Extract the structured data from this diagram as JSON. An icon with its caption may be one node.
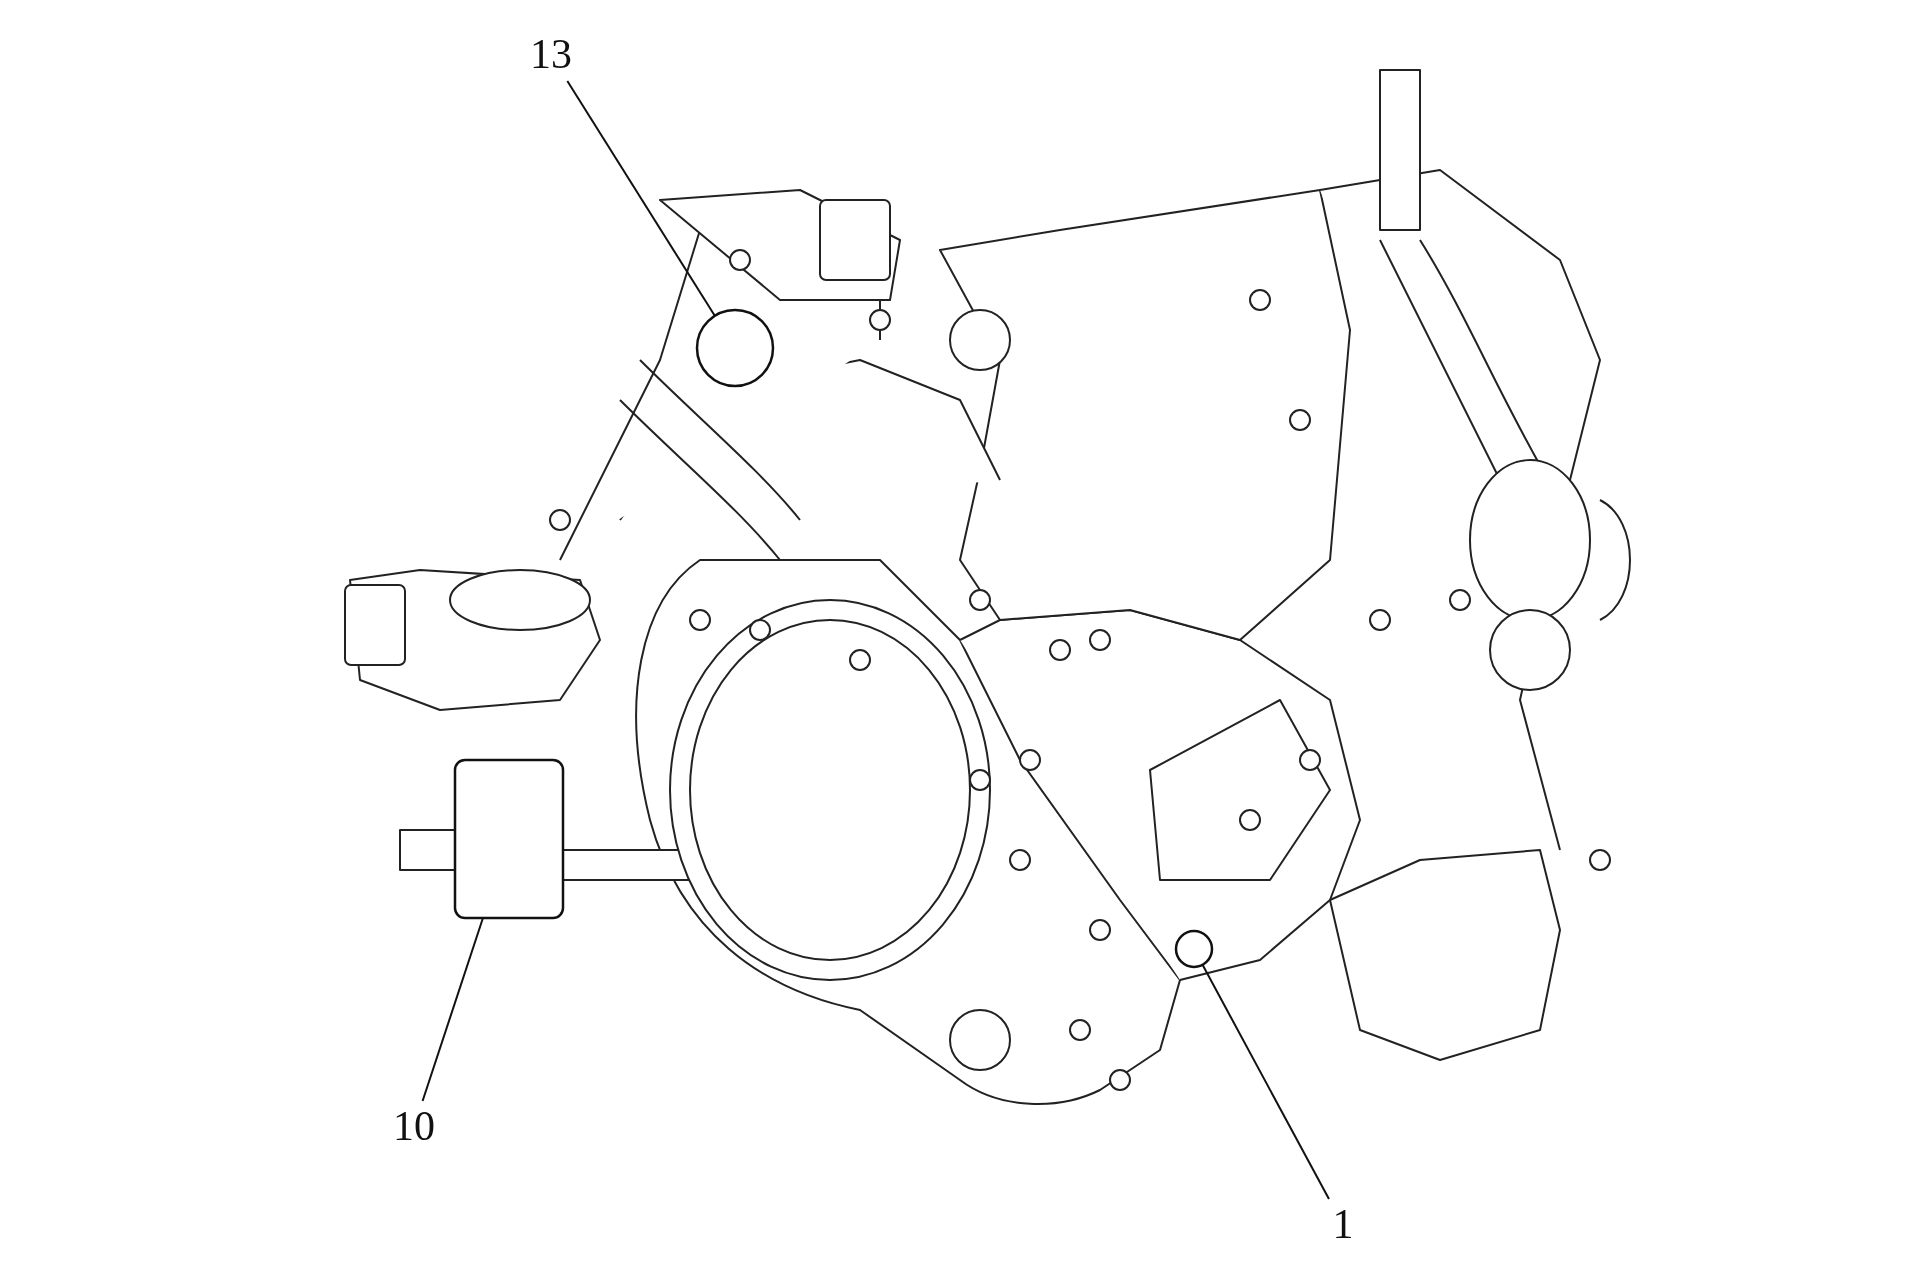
{
  "diagram": {
    "nodes": [
      {
        "text": [
          "13"
        ]
      },
      {
        "text": [],
        "shape": "circle"
      },
      {
        "text": [
          "10"
        ]
      },
      {
        "text": [],
        "shape": "box"
      },
      {
        "text": [
          "1"
        ]
      },
      {
        "text": [],
        "shape": "circle"
      }
    ],
    "edges": [
      {
        "from": 0,
        "to": 1,
        "arrow": "none"
      },
      {
        "from": 2,
        "to": 3,
        "arrow": "none"
      },
      {
        "from": 4,
        "to": 5,
        "arrow": "none"
      }
    ]
  }
}
